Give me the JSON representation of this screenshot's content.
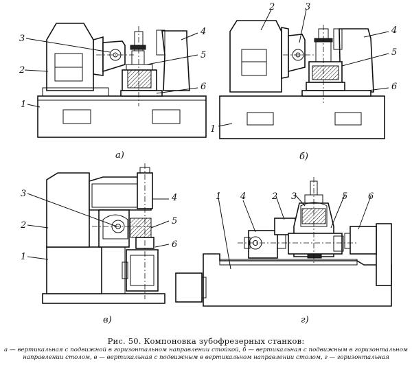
{
  "labels": {
    "a": {
      "l1": "1",
      "l2": "2",
      "l3": "3",
      "l4": "4",
      "l5": "5",
      "l6": "6",
      "sub": "а)"
    },
    "b": {
      "l1": "1",
      "l2": "2",
      "l3": "3",
      "l4": "4",
      "l5": "5",
      "l6": "6",
      "sub": "б)"
    },
    "v": {
      "l1": "1",
      "l2": "2",
      "l3": "3",
      "l4": "4",
      "l5": "5",
      "l6": "6",
      "sub": "в)"
    },
    "g": {
      "l1": "1",
      "l2": "2",
      "l3": "3",
      "l4": "4",
      "l5": "5",
      "l6": "6",
      "sub": "г)"
    }
  },
  "caption": {
    "title": "Рис. 50. Компоновка зубофрезерных станков:",
    "text": "а — вертикальная с подвижной в горизонтальном направлении стойкой, б — вертикальная с подвижным в горизонтальном направлении столом, в — вертикальная с подвижным в вертикальном направлении столом, г — горизонтальная"
  }
}
